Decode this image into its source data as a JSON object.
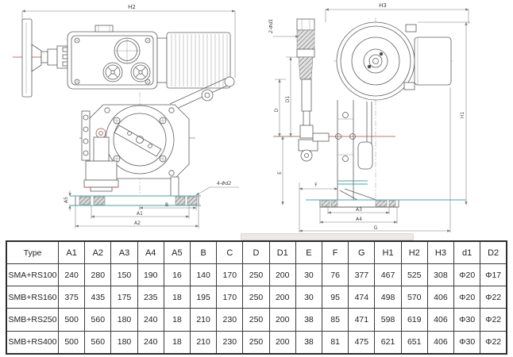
{
  "page": {
    "background": "#ffffff"
  },
  "colors": {
    "line": "#5e5e5e",
    "centerline_red": "#b5483a",
    "centerline_green": "#5a9e6f",
    "base_teal": "#4aa3a8"
  },
  "drawings": {
    "front_view": {
      "title": "actuator front view",
      "labels": {
        "h2": "H2",
        "a5": "A5",
        "b": "B",
        "a1": "A1",
        "a2": "A2",
        "holes": "4-Φd2"
      }
    },
    "side_view": {
      "title": "actuator side view",
      "labels": {
        "h3": "H3",
        "shaft_holes": "2-Φd1",
        "d": "D",
        "d1": "D1",
        "e": "E",
        "f": "F",
        "a3": "A3",
        "a4": "A4",
        "g": "G",
        "h1": "H1"
      }
    }
  },
  "table": {
    "columns": [
      "Type",
      "A1",
      "A2",
      "A3",
      "A4",
      "A5",
      "B",
      "C",
      "D",
      "D1",
      "E",
      "F",
      "G",
      "H1",
      "H2",
      "H3",
      "d1",
      "D2"
    ],
    "rows": [
      [
        "SMA+RS100",
        "240",
        "280",
        "150",
        "190",
        "16",
        "140",
        "170",
        "250",
        "200",
        "30",
        "76",
        "377",
        "467",
        "525",
        "308",
        "Φ20",
        "Φ17"
      ],
      [
        "SMB+RS160",
        "375",
        "435",
        "175",
        "235",
        "18",
        "195",
        "170",
        "250",
        "200",
        "30",
        "95",
        "474",
        "498",
        "570",
        "406",
        "Φ20",
        "Φ22"
      ],
      [
        "SMB+RS250",
        "500",
        "560",
        "180",
        "240",
        "18",
        "210",
        "230",
        "250",
        "200",
        "38",
        "85",
        "471",
        "598",
        "619",
        "406",
        "Φ30",
        "Φ22"
      ],
      [
        "SMB+RS400",
        "500",
        "560",
        "180",
        "240",
        "18",
        "210",
        "230",
        "250",
        "200",
        "38",
        "81",
        "475",
        "621",
        "651",
        "406",
        "Φ30",
        "Φ22"
      ]
    ]
  }
}
